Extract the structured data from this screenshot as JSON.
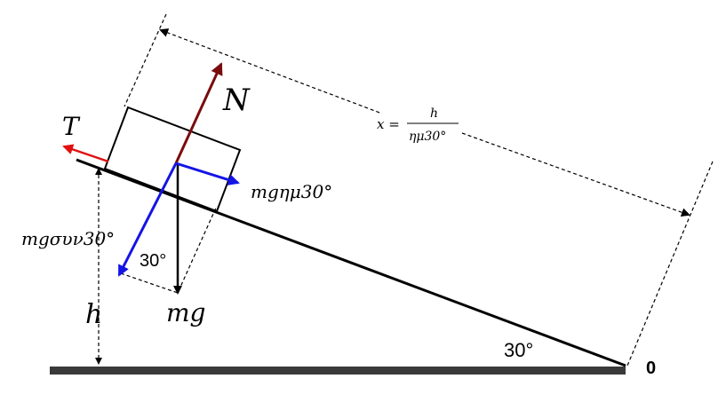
{
  "labels": {
    "tension": "T",
    "normal": "N",
    "weight": "mg",
    "parallel_component": "mgημ30°",
    "perpendicular_component": "mgσυν30°",
    "height": "h",
    "angle_at_weight": "30°",
    "incline_angle": "30°",
    "origin": "0",
    "distance_lhs": "x =",
    "distance_numerator": "h",
    "distance_denominator": "ημ30°"
  },
  "colors": {
    "normal_arrow": "#7a0c0c",
    "tension_arrow": "#e01010",
    "component_arrows": "#1414e6",
    "weight_arrow": "#000000",
    "ground": "#3a3a3a"
  }
}
